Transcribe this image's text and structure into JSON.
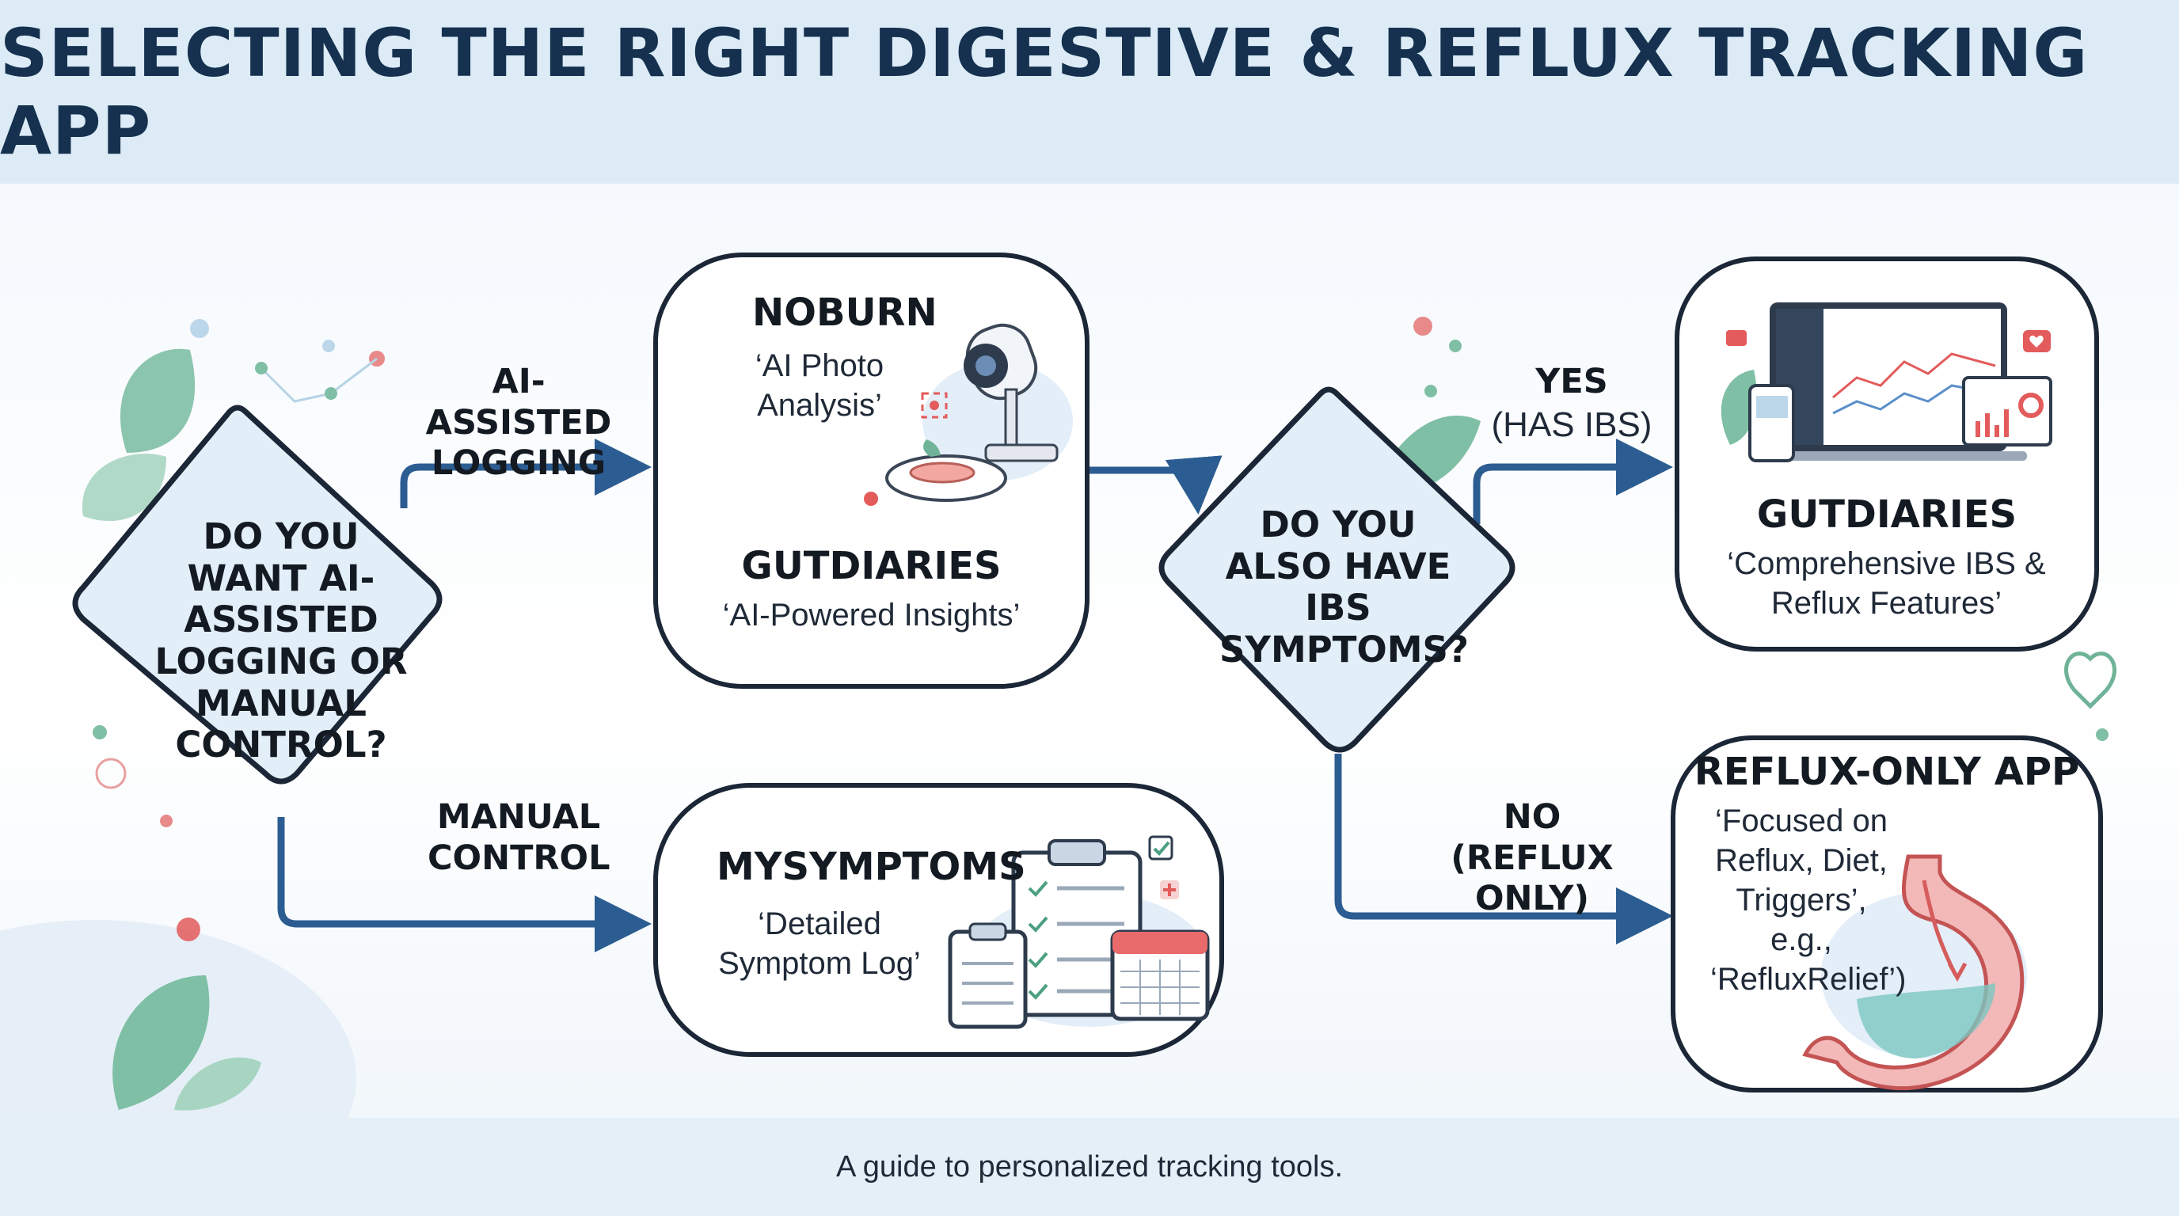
{
  "title": "SELECTING THE RIGHT DIGESTIVE & REFLUX TRACKING APP",
  "footer": "A guide to personalized tracking tools.",
  "decision1": {
    "question": "DO YOU WANT AI-ASSISTED LOGGING OR MANUAL CONTROL?",
    "branch_ai": "AI-ASSISTED LOGGING",
    "branch_manual": "MANUAL CONTROL"
  },
  "box_ai": {
    "app1_name": "NOBURN",
    "app1_desc": "‘AI Photo Analysis’",
    "app2_name": "GUTDIARIES",
    "app2_desc": "‘AI-Powered Insights’"
  },
  "box_manual": {
    "app_name": "MYSYMPTOMS",
    "app_desc": "‘Detailed Symptom Log’"
  },
  "decision2": {
    "question": "DO YOU ALSO HAVE IBS SYMPTOMS?",
    "branch_yes": "YES",
    "branch_yes_sub": "(HAS IBS)",
    "branch_no": "NO (REFLUX ONLY)"
  },
  "box_ibs": {
    "app_name": "GUTDIARIES",
    "app_desc": "‘Comprehensive IBS & Reflux Features’"
  },
  "box_reflux": {
    "app_name": "REFLUX-ONLY APP",
    "app_desc": "‘Focused on Reflux, Diet, Triggers’, e.g., ‘RefluxRelief’)"
  },
  "colors": {
    "header_bg": "#dcebf6",
    "title": "#15314f",
    "arrow": "#2c5d92",
    "node_border": "#1b2636",
    "diamond_fill": "#e2eef8",
    "leaf": "#6fb398",
    "accent_red": "#e35b5b"
  }
}
